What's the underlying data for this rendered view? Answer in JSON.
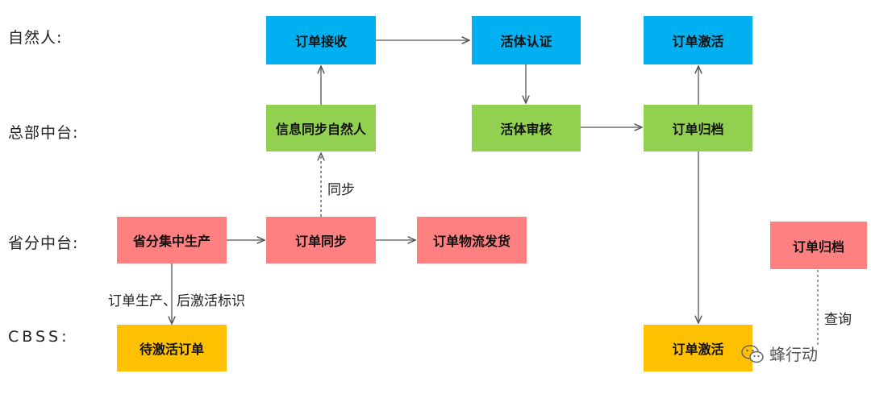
{
  "lanes": {
    "natural": "自然人:",
    "hq": "总部中台:",
    "province": "省分中台:",
    "cbss": "CBSS:"
  },
  "nodes": {
    "order_receive": "订单接收",
    "liveness_auth": "活体认证",
    "order_activate_top": "订单激活",
    "sync_natural": "信息同步自然人",
    "liveness_review": "活体审核",
    "order_archive_hq": "订单归档",
    "province_production": "省分集中生产",
    "order_sync": "订单同步",
    "logistics": "订单物流发货",
    "order_archive_right": "订单归档",
    "pending_activation": "待激活订单",
    "order_activate_bottom": "订单激活"
  },
  "edge_labels": {
    "sync": "同步",
    "generate": "订单生产、后激活标识",
    "query": "查询"
  },
  "watermark": {
    "text": "蜂行动",
    "icon": "wechat-icon"
  },
  "colors": {
    "blue": "#00b0f0",
    "green": "#92d050",
    "pink": "#ff8080",
    "gold": "#ffc000"
  }
}
